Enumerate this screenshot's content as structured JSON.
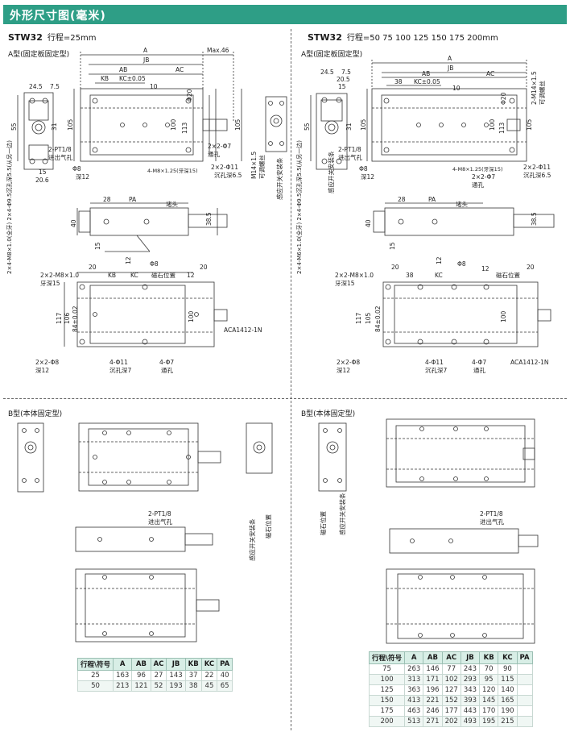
{
  "header": {
    "title": "外形尺寸图(毫米)"
  },
  "left": {
    "model": "STW32",
    "stroke_label": "行程=25mm",
    "type_a": "A型(固定板固定型)",
    "type_b": "B型(本体固定型)",
    "dims_top": {
      "A": "A",
      "max46": "Max.46",
      "JB": "JB",
      "AB": "AB",
      "AC": "AC",
      "KB": "KB",
      "KC": "KC±0.05",
      "d10": "10",
      "phi20": "Φ20",
      "d105": "105",
      "d100": "100",
      "d113": "113",
      "d245": "24.5",
      "d75": "7.5",
      "d55": "55",
      "d31": "31",
      "d15": "15",
      "d206": "20.6"
    },
    "notes_top": [
      "2-PT1/8",
      "进出气孔",
      "Φ8",
      "深12",
      "4-M8×1.25(牙深15)",
      "2×2-Φ11",
      "沉孔深6.5",
      "2×2-Φ7",
      "通孔",
      "M14×1.5",
      "可调螺丝",
      "感应开关安装条"
    ],
    "side_notes": "2×4-M8×1.0(全牙) 2×4-Φ9.5沉孔深5.5(从另一边)",
    "mid": {
      "d28": "28",
      "PA": "PA",
      "plug": "堵头",
      "d385": "38.5",
      "d40": "40",
      "d385b": "38.5",
      "d15": "15",
      "d12": "12",
      "phi8": "Φ8"
    },
    "bottom": {
      "m8": "2×2-M8×1.0",
      "depth15": "牙深15",
      "d20a": "20",
      "KB": "KB",
      "KC": "KC",
      "mag": "磁石位置",
      "d12": "12",
      "d20b": "20",
      "d117": "117",
      "d106": "106",
      "d84": "84±0.02",
      "d100": "100",
      "aca": "ACA1412-1N",
      "phi8": "2×2-Φ8",
      "depth12": "深12",
      "phi11": "4-Φ11",
      "cb7": "沉孔深7",
      "phi7": "4-Φ7",
      "thru": "通孔"
    },
    "b_notes": {
      "pt": "2-PT1/8",
      "pt2": "进出气孔",
      "sens": "感应开关安装条",
      "mag": "磁石位置"
    },
    "table": {
      "headers": [
        "行程\\符号",
        "A",
        "AB",
        "AC",
        "JB",
        "KB",
        "KC",
        "PA"
      ],
      "rows": [
        [
          "25",
          "163",
          "96",
          "27",
          "143",
          "37",
          "22",
          "40"
        ],
        [
          "50",
          "213",
          "121",
          "52",
          "193",
          "38",
          "45",
          "65"
        ]
      ]
    }
  },
  "right": {
    "model": "STW32",
    "stroke_label": "行程=50  75  100  125  150  175  200mm",
    "type_a": "A型(固定板固定型)",
    "type_b": "B型(本体固定型)",
    "dims_top": {
      "A": "A",
      "JB": "JB",
      "AB": "AB",
      "AC": "AC",
      "d38": "38",
      "KC": "KC±0.05",
      "d10": "10",
      "phi20": "Φ20",
      "d105": "105",
      "d100": "100",
      "d113": "113",
      "d245": "24.5",
      "d75": "7.5",
      "d205": "20.5",
      "d15": "15",
      "d55": "55",
      "d31": "31"
    },
    "notes_top": [
      "2-M14×1.5",
      "可调螺丝",
      "2-PT1/8",
      "进出气孔",
      "Φ8",
      "深12",
      "4-M8×1.25(牙深15)",
      "2×2-Φ11",
      "沉孔深6.5",
      "2×2-Φ7",
      "通孔",
      "感应开关安装条"
    ],
    "side_notes": "2×4-M6×1.0(全牙) 2×4-Φ9.5沉孔深5.5(从另一边)",
    "mid": {
      "d28": "28",
      "PA": "PA",
      "plug": "堵头",
      "d385": "38.5",
      "d40": "40",
      "d15": "15",
      "d12": "12",
      "phi8": "Φ8"
    },
    "bottom": {
      "m8": "2×2-M8×1.0",
      "depth15": "牙深15",
      "d20a": "20",
      "d38": "38",
      "KC": "KC",
      "d12": "12",
      "mag": "磁石位置",
      "d20b": "20",
      "d117": "117",
      "d105": "105",
      "d84": "84±0.02",
      "d100": "100",
      "aca": "ACA1412-1N",
      "phi8": "2×2-Φ8",
      "depth12": "深12",
      "phi11": "4-Φ11",
      "cb7": "沉孔深7",
      "phi7": "4-Φ7",
      "thru": "通孔"
    },
    "b_notes": {
      "pt": "2-PT1/8",
      "pt2": "进出气孔",
      "sens": "感应开关安装条",
      "mag": "磁石位置"
    },
    "table": {
      "headers": [
        "行程\\符号",
        "A",
        "AB",
        "AC",
        "JB",
        "KB",
        "KC",
        "PA"
      ],
      "rows": [
        [
          "75",
          "263",
          "146",
          "77",
          "243",
          "70",
          "90",
          ""
        ],
        [
          "100",
          "313",
          "171",
          "102",
          "293",
          "95",
          "115",
          ""
        ],
        [
          "125",
          "363",
          "196",
          "127",
          "343",
          "120",
          "140",
          ""
        ],
        [
          "150",
          "413",
          "221",
          "152",
          "393",
          "145",
          "165",
          ""
        ],
        [
          "175",
          "463",
          "246",
          "177",
          "443",
          "170",
          "190",
          ""
        ],
        [
          "200",
          "513",
          "271",
          "202",
          "493",
          "195",
          "215",
          ""
        ]
      ]
    }
  }
}
